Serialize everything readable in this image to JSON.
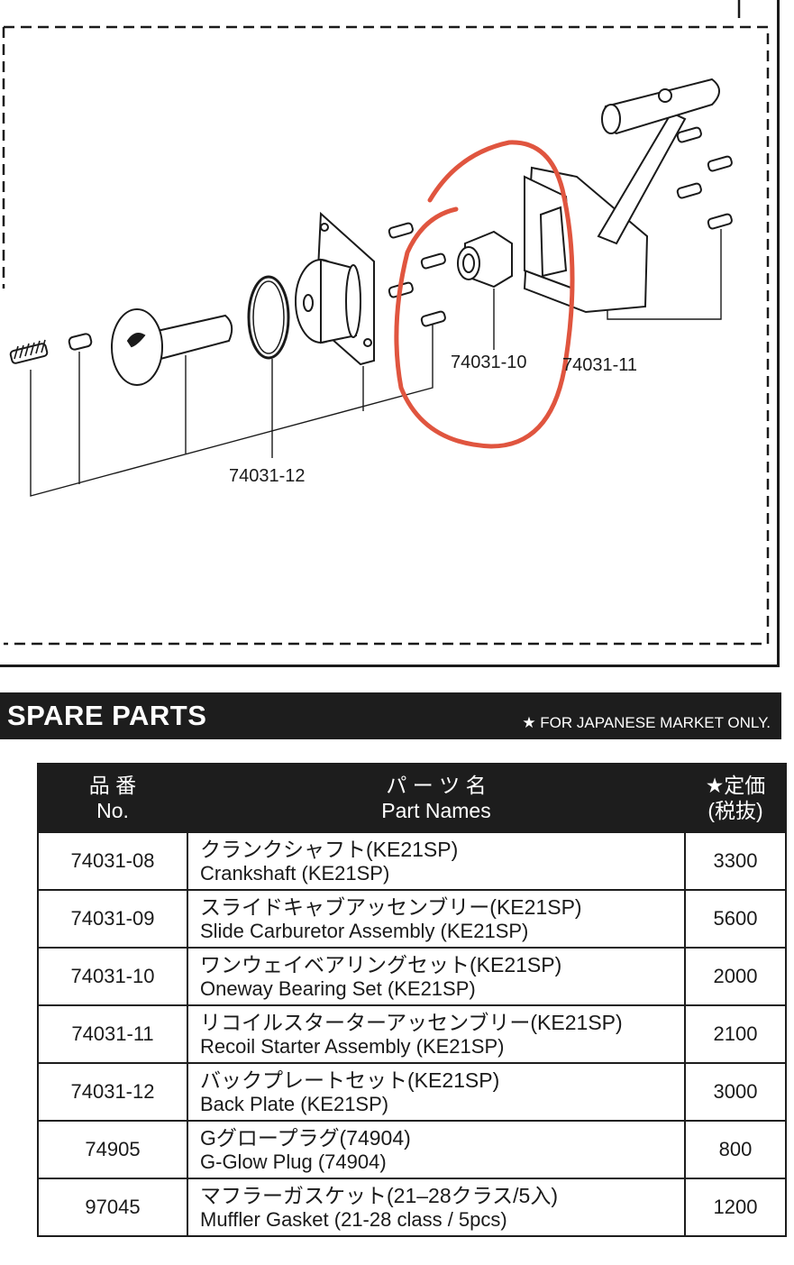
{
  "diagram": {
    "callouts": {
      "bearing": "74031-10",
      "recoil": "74031-11",
      "backplate": "74031-12"
    },
    "annotation_color": "#e0553f"
  },
  "banner": {
    "title": "SPARE PARTS",
    "note": "★ FOR JAPANESE MARKET ONLY."
  },
  "table": {
    "headers": {
      "no_jp": "品 番",
      "no_en": "No.",
      "name_jp": "パ ー ツ 名",
      "name_en": "Part Names",
      "price_jp": "★定価",
      "price_sub": "(税抜)"
    },
    "rows": [
      {
        "no": "74031-08",
        "name_jp": "クランクシャフト(KE21SP)",
        "name_en": "Crankshaft (KE21SP)",
        "price": "3300"
      },
      {
        "no": "74031-09",
        "name_jp": "スライドキャブアッセンブリー(KE21SP)",
        "name_en": "Slide Carburetor Assembly (KE21SP)",
        "price": "5600"
      },
      {
        "no": "74031-10",
        "name_jp": "ワンウェイベアリングセット(KE21SP)",
        "name_en": "Oneway Bearing Set (KE21SP)",
        "price": "2000"
      },
      {
        "no": "74031-11",
        "name_jp": "リコイルスターターアッセンブリー(KE21SP)",
        "name_en": "Recoil Starter Assembly (KE21SP)",
        "price": "2100"
      },
      {
        "no": "74031-12",
        "name_jp": "バックプレートセット(KE21SP)",
        "name_en": "Back Plate (KE21SP)",
        "price": "3000"
      },
      {
        "no": "74905",
        "name_jp": "Gグロープラグ(74904)",
        "name_en": "G-Glow Plug (74904)",
        "price": "800"
      },
      {
        "no": "97045",
        "name_jp": "マフラーガスケット(21–28クラス/5入)",
        "name_en": "Muffler Gasket (21-28 class / 5pcs)",
        "price": "1200"
      }
    ]
  }
}
